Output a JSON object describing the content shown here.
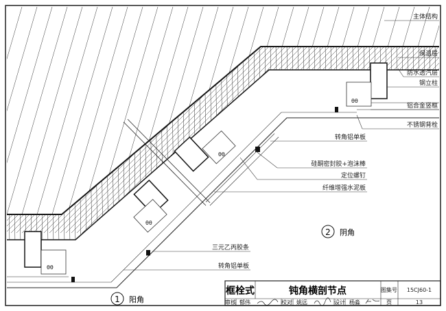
{
  "labels": {
    "main_structure": "主体结构",
    "insulation": "保温层",
    "waterproof_membrane": "防水透汽层",
    "steel_column": "钢立柱",
    "aluminum_mullion": "铝合金竖框",
    "stainless_anchor": "不锈钢背栓",
    "corner_panel_top": "转角铝单板",
    "sealant_foam_rod": "硅酮密封胶+泡沫棒",
    "positioning_screw": "定位螺钉",
    "fiber_cement_board": "纤维增强水泥板",
    "epdm_strip": "三元乙丙胶条",
    "corner_panel_bottom": "转角铝单板"
  },
  "details": [
    {
      "number": "1",
      "name": "阳角"
    },
    {
      "number": "2",
      "name": "阴角"
    }
  ],
  "title_block": {
    "system": "框栓式",
    "title": "钝角横剖节点",
    "atlas_label": "图集号",
    "atlas_no": "15CJ60-1",
    "review_label": "审核",
    "reviewer": "郁伟",
    "check_label": "校对",
    "checker": "姚远",
    "design_label": "设计",
    "designer": "杨淼",
    "page_label": "页",
    "page_no": "13"
  },
  "colors": {
    "line": "#222222",
    "fill_gray": "#bbbbbb"
  }
}
